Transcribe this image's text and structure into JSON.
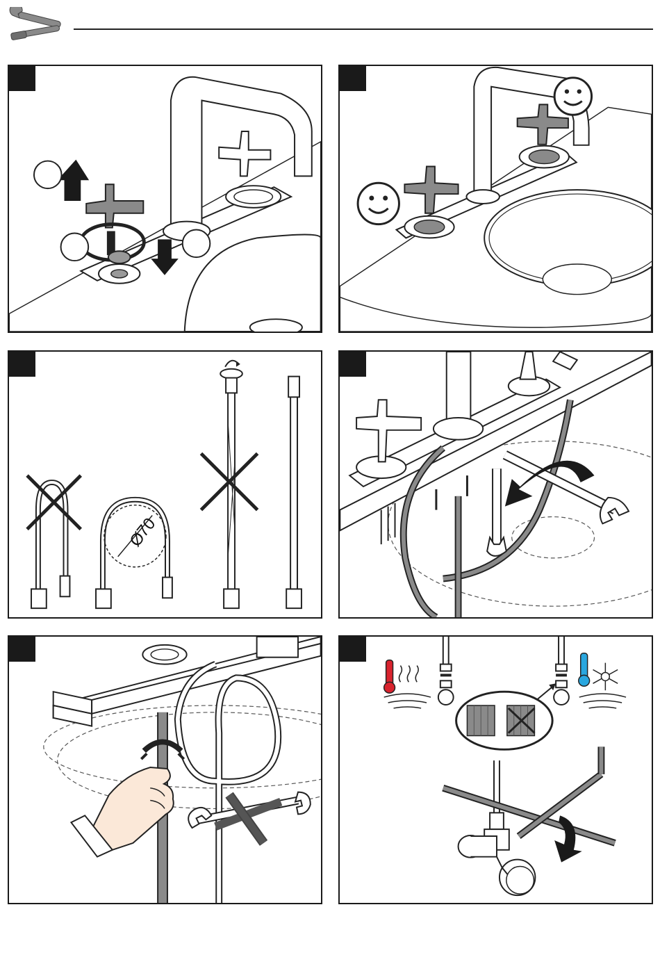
{
  "header": {
    "icon": "tools-icon"
  },
  "steps": [
    {
      "badge": "",
      "icon": "handle-remove-illustration"
    },
    {
      "badge": "",
      "icon": "handle-align-illustration"
    },
    {
      "badge": "",
      "icon": "hose-bend-illustration"
    },
    {
      "badge": "",
      "icon": "wrench-tighten-illustration"
    },
    {
      "badge": "",
      "icon": "hose-connect-illustration"
    },
    {
      "badge": "",
      "icon": "supply-connect-illustration"
    }
  ],
  "diameter_label": "70",
  "colors": {
    "ink": "#1a1a1a",
    "grey": "#8a8a8a",
    "hot": "#d9232e",
    "cold": "#2aa7df",
    "skin": "#fbe8d8"
  }
}
